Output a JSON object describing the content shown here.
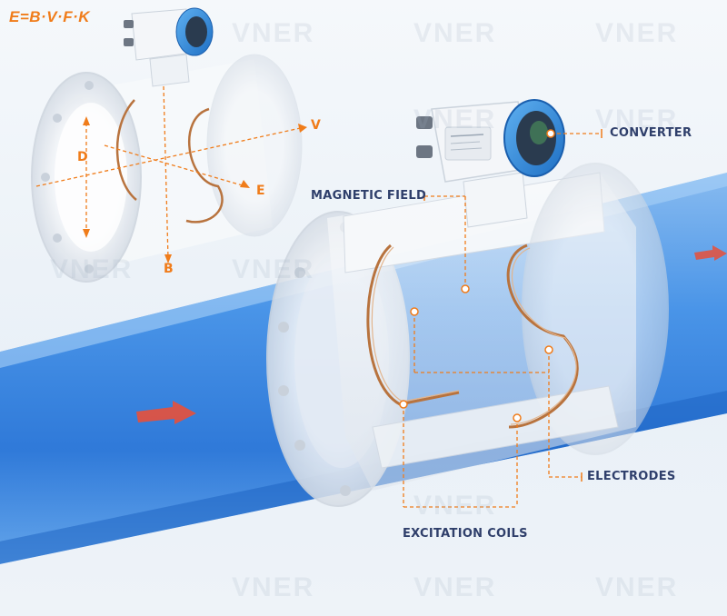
{
  "formula": "E=B·V·F·K",
  "watermark": "VNER",
  "axis_labels": {
    "v": "V",
    "e": "E",
    "d": "D",
    "b": "B"
  },
  "callouts": {
    "converter": "CONVERTER",
    "magnetic_field": "MAGNETIC FIELD",
    "electrodes": "ELECTRODES",
    "excitation_coils": "EXCITATION COILS"
  },
  "colors": {
    "accent_orange": "#f07c1a",
    "label_navy": "#2f3f6b",
    "pipe_blue": "#2f7fe0",
    "housing_white": "#f7f9fb",
    "converter_ring_blue": "#2f86d8",
    "coil_copper": "#b8733e",
    "flow_arrow_red": "#e8503a"
  },
  "icons": {
    "flow_direction": "red-flow-arrow",
    "callout_marker": "orange-ring-marker"
  }
}
